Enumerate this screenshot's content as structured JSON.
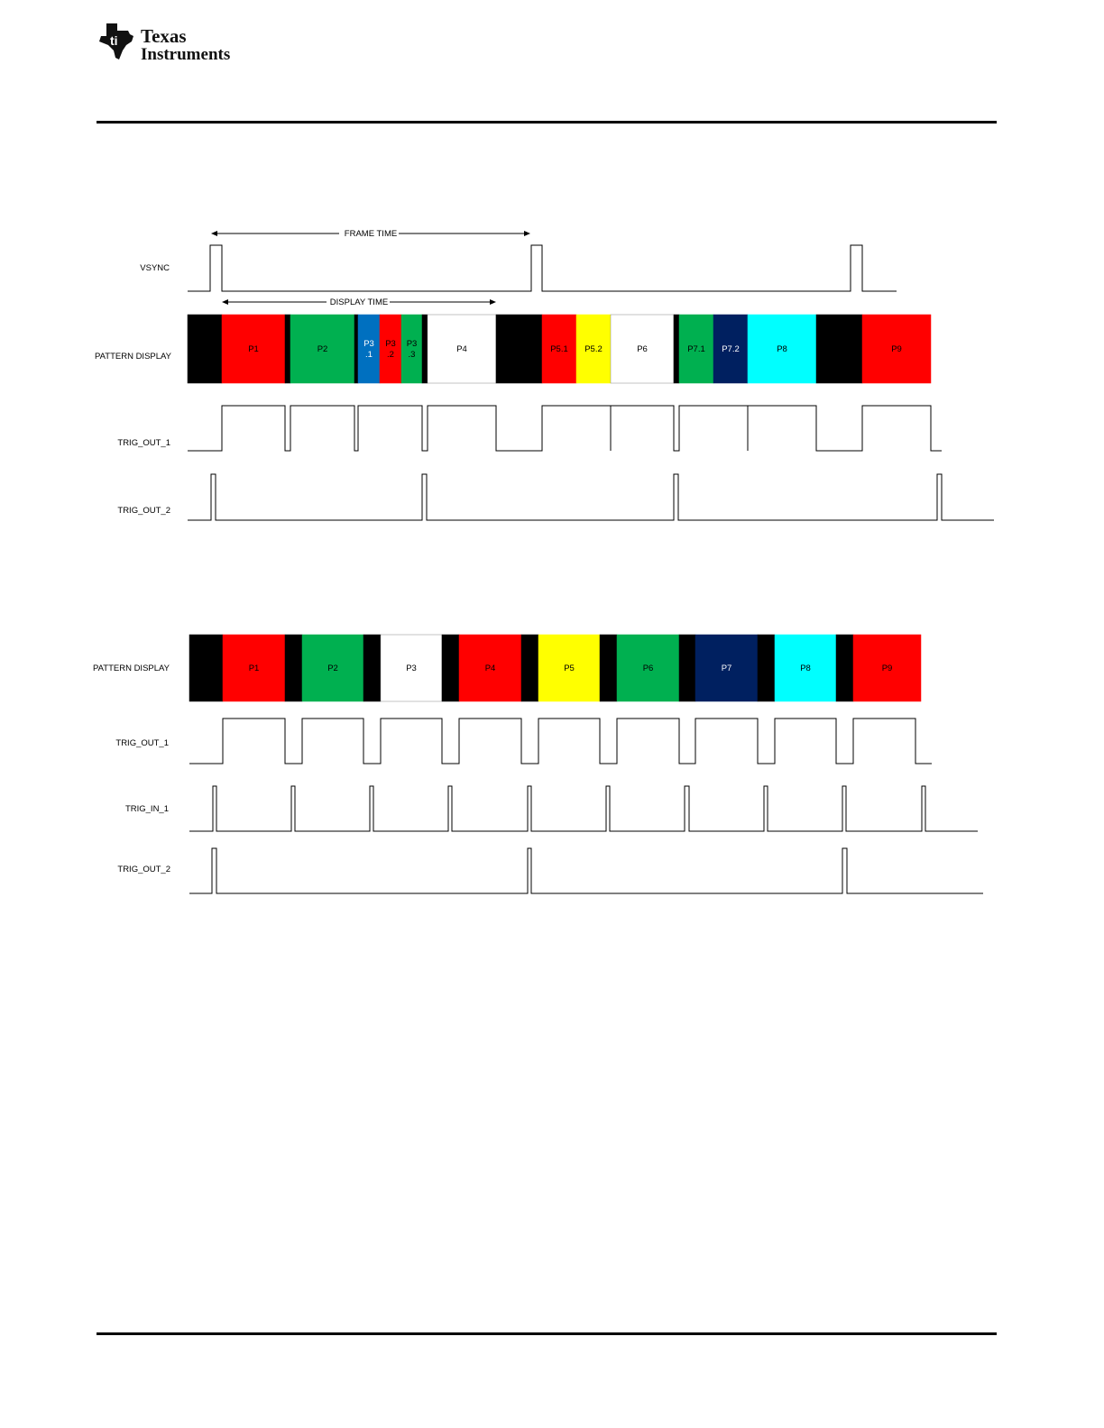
{
  "header": {
    "brand_line1": "Texas",
    "brand_line2": "Instruments"
  },
  "colors": {
    "black": "#000000",
    "red": "#ff0000",
    "green": "#00b050",
    "blue": "#0070c0",
    "white": "#ffffff",
    "yellow": "#ffff00",
    "navy": "#002060",
    "cyan": "#00ffff"
  },
  "diagram1": {
    "frame_time_label": "FRAME TIME",
    "display_time_label": "DISPLAY TIME",
    "signals": {
      "vsync": "VSYNC",
      "pattern_display": "PATTERN DISPLAY",
      "trig_out_1": "TRIG_OUT_1",
      "trig_out_2": "TRIG_OUT_2"
    },
    "patterns": [
      {
        "label": "",
        "color": "black"
      },
      {
        "label": "P1",
        "color": "red"
      },
      {
        "label": "",
        "color": "black"
      },
      {
        "label": "P2",
        "color": "green"
      },
      {
        "label": "",
        "color": "black"
      },
      {
        "label": "P3 .1",
        "color": "blue"
      },
      {
        "label": "P3 .2",
        "color": "red"
      },
      {
        "label": "P3 .3",
        "color": "green"
      },
      {
        "label": "",
        "color": "black"
      },
      {
        "label": "P4",
        "color": "white"
      },
      {
        "label": "",
        "color": "black"
      },
      {
        "label": "P5.1",
        "color": "red"
      },
      {
        "label": "P5.2",
        "color": "yellow"
      },
      {
        "label": "P6",
        "color": "white"
      },
      {
        "label": "",
        "color": "black"
      },
      {
        "label": "P7.1",
        "color": "green"
      },
      {
        "label": "P7.2",
        "color": "navy"
      },
      {
        "label": "P8",
        "color": "cyan"
      },
      {
        "label": "",
        "color": "black"
      },
      {
        "label": "P9",
        "color": "red"
      }
    ]
  },
  "diagram2": {
    "signals": {
      "pattern_display": "PATTERN DISPLAY",
      "trig_out_1": "TRIG_OUT_1",
      "trig_in_1": "TRIG_IN_1",
      "trig_out_2": "TRIG_OUT_2"
    },
    "patterns": [
      {
        "label": "",
        "color": "black"
      },
      {
        "label": "P1",
        "color": "red"
      },
      {
        "label": "",
        "color": "black"
      },
      {
        "label": "P2",
        "color": "green"
      },
      {
        "label": "",
        "color": "black"
      },
      {
        "label": "P3",
        "color": "white"
      },
      {
        "label": "",
        "color": "black"
      },
      {
        "label": "P4",
        "color": "red"
      },
      {
        "label": "",
        "color": "black"
      },
      {
        "label": "P5",
        "color": "yellow"
      },
      {
        "label": "",
        "color": "black"
      },
      {
        "label": "P6",
        "color": "green"
      },
      {
        "label": "",
        "color": "black"
      },
      {
        "label": "P7",
        "color": "navy"
      },
      {
        "label": "",
        "color": "black"
      },
      {
        "label": "P8",
        "color": "cyan"
      },
      {
        "label": "",
        "color": "black"
      },
      {
        "label": "P9",
        "color": "red"
      }
    ]
  }
}
